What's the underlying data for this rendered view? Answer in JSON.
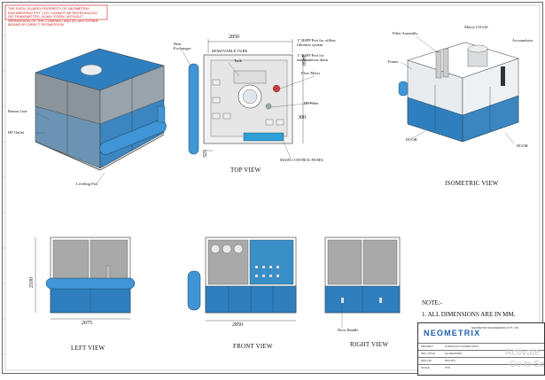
{
  "disclaimer": "THE DATA, IS (ARE) PROPERTY OF NEOMETRIX ENGINEERING PVT. LTD. CANNOT BE REPRODUCED OR TRANSMITTED, IN ANY FORM, WITHOUT PERMISSION OF THE COMPANY AND BY ANY OTHER MEANS BY DIRECT PERMISSION.",
  "top_view": {
    "title": "TOP VIEW",
    "dim_width": "2850",
    "dim_depth": "2450",
    "dim_side": "300",
    "dim_bottom": "325",
    "labels": {
      "heat_exchanger": "Heat Exchanger",
      "removable_tube": "REMOVABLE TUBE",
      "tank": "Tank",
      "bspp_offline": "1\" BSPP Port for offline filtration system",
      "bspp_drain": "1\" BSPP Port for instantaneous drain",
      "flow_meter": "Flow Meter",
      "hp_filter": "HP Filter",
      "main_control_panel": "MAIN CONTROL PANEL"
    }
  },
  "iso_left": {
    "return_line": "Return Line",
    "hp_outlet": "HP Outlet",
    "leveling_pad": "Leveling Pad"
  },
  "iso_right": {
    "title": "ISOMETRIC VIEW",
    "filter_assembly": "Filter Assembly",
    "motor": "Motor-110 kW",
    "accumulator": "Accumulator",
    "frame": "Frame",
    "door_left": "DOOR",
    "door_right": "DOOR"
  },
  "left_view": {
    "title": "LEFT VIEW",
    "dim_height": "2100",
    "dim_width": "2075"
  },
  "front_view": {
    "title": "FRONT VIEW",
    "dim_width": "2850"
  },
  "right_view": {
    "title": "RIGHT VIEW",
    "door_handle": "Door Handle"
  },
  "notes": {
    "heading": "NOTE:-",
    "line1": "1. ALL DIMENSIONS ARE IN MM."
  },
  "title_block": {
    "logo": "NEOMETRIX",
    "company": "NEOMETRIX ENGINEERING PVT. LTD.",
    "rows": [
      {
        "k": "PROJECT",
        "v": "HYDRAULIC POWER PACK"
      },
      {
        "k": "DRG TITLE",
        "v": "GA DRAWING"
      },
      {
        "k": "DRG NO",
        "v": "NM-HPU"
      },
      {
        "k": "SCALE",
        "v": "NTS"
      }
    ]
  },
  "watermark": {
    "line1": "Activate",
    "line2": "Go to Se"
  }
}
